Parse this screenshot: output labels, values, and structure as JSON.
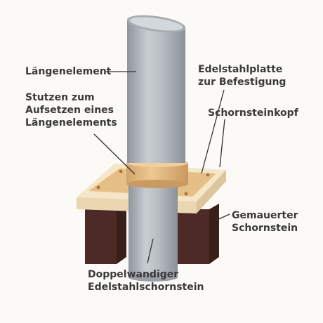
{
  "labels": {
    "laengenelement": [
      "Längenelement"
    ],
    "stutzen": [
      "Stutzen zum",
      "Aufsetzen eines",
      "Längenelements"
    ],
    "edelstahlplatte": [
      "Edelstahlplatte",
      "zur Befestigung"
    ],
    "schornsteinkopf": [
      "Schornsteinkopf"
    ],
    "gemauerter": [
      "Gemauerter",
      "Schornstein"
    ],
    "doppelwandiger": [
      "Doppelwandiger",
      "Edelstahlschornstein"
    ]
  },
  "colors": {
    "background": "#fcfaf6",
    "steel": "#b8bdc4",
    "collar": "#e6bf86",
    "cap": "#f4e6c6",
    "brick": "#4d2a25",
    "leader": "#333333"
  }
}
